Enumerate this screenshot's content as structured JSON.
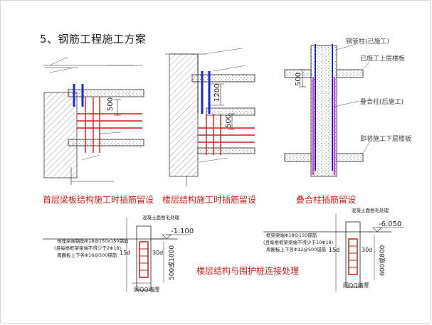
{
  "slide": {
    "title": "5、钢筋工程施工方案",
    "captions": {
      "first_floor": "首层梁板结构施工时插筋留设",
      "floor": "楼层结构施工时插筋留设",
      "column": "叠合柱插筋留设",
      "wall": "楼层结构与围护桩连接处理"
    }
  },
  "drawings": {
    "d1": {
      "dim": "500"
    },
    "d2": {
      "dim1": "1200",
      "dim2": "500"
    },
    "d3": {
      "dim": "500",
      "labels": [
        "钢管柱(已施工)",
        "已施工上层楼板",
        "叠合柱(后施工)",
        "即将施工下层楼板"
      ]
    },
    "d4": {
      "elev": "-1.100",
      "top_note": "混凝土面凿毛处理",
      "note1": "预埋梁端钢筋Φ18@150x150锚筋",
      "note2": "(且每根框架梁端不得少于2Φ18)",
      "note3": "周圈板上下各Φ16@500锚筋",
      "d15": "15d",
      "d30": "30d",
      "vdim": "500或1000",
      "bottom": "同QQ墙厚"
    },
    "d5": {
      "elev": "-6.050",
      "top_note": "混凝土面凿毛处理",
      "note1": "框架梁端Φ18@150锚筋",
      "note2": "(且每根框架梁端不得少于10Φ18)",
      "note3": "周圈板上下各Φ12@500锚筋",
      "d15": "15d",
      "d30": "30d",
      "vdim": "600或800",
      "bottom": "同QQ墙厚"
    }
  },
  "colors": {
    "red": "#d41a1a",
    "magenta": "#e040e0",
    "blue": "#1a2ad8",
    "line": "#222222"
  }
}
